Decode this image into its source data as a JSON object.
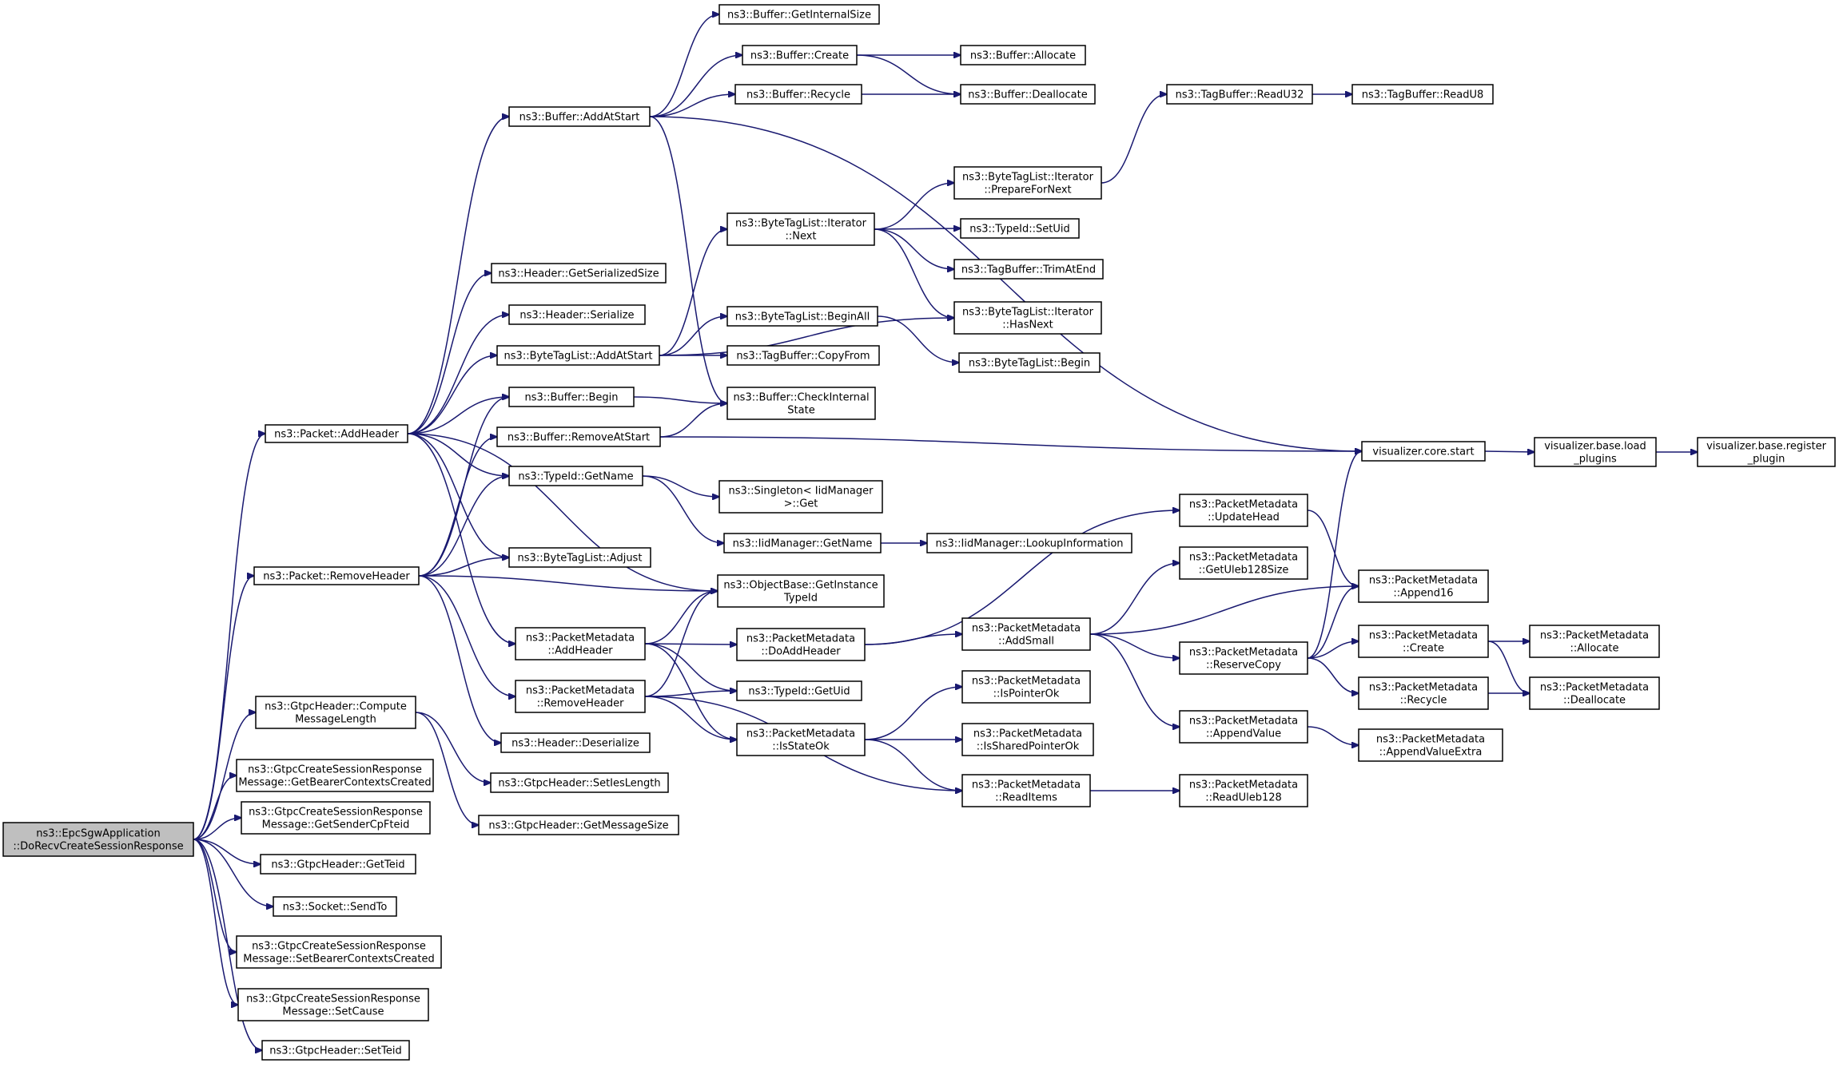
{
  "graph": {
    "title": "",
    "nodes": [
      {
        "id": "root",
        "lines": [
          "ns3::EpcSgwApplication",
          "::DoRecvCreateSessionResponse"
        ],
        "root": true
      },
      {
        "id": "addHeader",
        "lines": [
          "ns3::Packet::AddHeader"
        ]
      },
      {
        "id": "removeHeader",
        "lines": [
          "ns3::Packet::RemoveHeader"
        ]
      },
      {
        "id": "computeLen",
        "lines": [
          "ns3::GtpcHeader::Compute",
          "MessageLength"
        ]
      },
      {
        "id": "getBearer",
        "lines": [
          "ns3::GtpcCreateSessionResponse",
          "Message::GetBearerContextsCreated"
        ]
      },
      {
        "id": "getSender",
        "lines": [
          "ns3::GtpcCreateSessionResponse",
          "Message::GetSenderCpFteid"
        ]
      },
      {
        "id": "getTeid",
        "lines": [
          "ns3::GtpcHeader::GetTeid"
        ]
      },
      {
        "id": "sendTo",
        "lines": [
          "ns3::Socket::SendTo"
        ]
      },
      {
        "id": "setBearer",
        "lines": [
          "ns3::GtpcCreateSessionResponse",
          "Message::SetBearerContextsCreated"
        ]
      },
      {
        "id": "setCause",
        "lines": [
          "ns3::GtpcCreateSessionResponse",
          "Message::SetCause"
        ]
      },
      {
        "id": "setTeid",
        "lines": [
          "ns3::GtpcHeader::SetTeid"
        ]
      },
      {
        "id": "bufAddAtStart",
        "lines": [
          "ns3::Buffer::AddAtStart"
        ]
      },
      {
        "id": "hdrSerSize",
        "lines": [
          "ns3::Header::GetSerializedSize"
        ]
      },
      {
        "id": "hdrSerialize",
        "lines": [
          "ns3::Header::Serialize"
        ]
      },
      {
        "id": "btlAddAtStart",
        "lines": [
          "ns3::ByteTagList::AddAtStart"
        ]
      },
      {
        "id": "bufBegin",
        "lines": [
          "ns3::Buffer::Begin"
        ]
      },
      {
        "id": "bufRemoveAtStart",
        "lines": [
          "ns3::Buffer::RemoveAtStart"
        ]
      },
      {
        "id": "typeIdGetName",
        "lines": [
          "ns3::TypeId::GetName"
        ]
      },
      {
        "id": "btlAdjust",
        "lines": [
          "ns3::ByteTagList::Adjust"
        ]
      },
      {
        "id": "pmAddHeader",
        "lines": [
          "ns3::PacketMetadata",
          "::AddHeader"
        ]
      },
      {
        "id": "pmRemoveHeader",
        "lines": [
          "ns3::PacketMetadata",
          "::RemoveHeader"
        ]
      },
      {
        "id": "hdrDeserialize",
        "lines": [
          "ns3::Header::Deserialize"
        ]
      },
      {
        "id": "setIesLength",
        "lines": [
          "ns3::GtpcHeader::SetIesLength"
        ]
      },
      {
        "id": "getMsgSize",
        "lines": [
          "ns3::GtpcHeader::GetMessageSize"
        ]
      },
      {
        "id": "bufGetInternalSize",
        "lines": [
          "ns3::Buffer::GetInternalSize"
        ]
      },
      {
        "id": "bufCreate",
        "lines": [
          "ns3::Buffer::Create"
        ]
      },
      {
        "id": "bufRecycle",
        "lines": [
          "ns3::Buffer::Recycle"
        ]
      },
      {
        "id": "btlIterNext",
        "lines": [
          "ns3::ByteTagList::Iterator",
          "::Next"
        ]
      },
      {
        "id": "btlBeginAll",
        "lines": [
          "ns3::ByteTagList::BeginAll"
        ]
      },
      {
        "id": "tbCopyFrom",
        "lines": [
          "ns3::TagBuffer::CopyFrom"
        ]
      },
      {
        "id": "bufCheckState",
        "lines": [
          "ns3::Buffer::CheckInternal",
          "State"
        ]
      },
      {
        "id": "singletonGet",
        "lines": [
          "ns3::Singleton< IidManager",
          ">::Get"
        ]
      },
      {
        "id": "iidGetName",
        "lines": [
          "ns3::IidManager::GetName"
        ]
      },
      {
        "id": "objGetInstTypeId",
        "lines": [
          "ns3::ObjectBase::GetInstance",
          "TypeId"
        ]
      },
      {
        "id": "pmDoAddHeader",
        "lines": [
          "ns3::PacketMetadata",
          "::DoAddHeader"
        ]
      },
      {
        "id": "typeIdGetUid",
        "lines": [
          "ns3::TypeId::GetUid"
        ]
      },
      {
        "id": "pmIsStateOk",
        "lines": [
          "ns3::PacketMetadata",
          "::IsStateOk"
        ]
      },
      {
        "id": "bufAllocate",
        "lines": [
          "ns3::Buffer::Allocate"
        ]
      },
      {
        "id": "bufDeallocate",
        "lines": [
          "ns3::Buffer::Deallocate"
        ]
      },
      {
        "id": "btlIterPrepare",
        "lines": [
          "ns3::ByteTagList::Iterator",
          "::PrepareForNext"
        ]
      },
      {
        "id": "typeIdSetUid",
        "lines": [
          "ns3::TypeId::SetUid"
        ]
      },
      {
        "id": "tbTrimAtEnd",
        "lines": [
          "ns3::TagBuffer::TrimAtEnd"
        ]
      },
      {
        "id": "btlIterHasNext",
        "lines": [
          "ns3::ByteTagList::Iterator",
          "::HasNext"
        ]
      },
      {
        "id": "btlBegin",
        "lines": [
          "ns3::ByteTagList::Begin"
        ]
      },
      {
        "id": "iidLookup",
        "lines": [
          "ns3::IidManager::LookupInformation"
        ]
      },
      {
        "id": "pmAddSmall",
        "lines": [
          "ns3::PacketMetadata",
          "::AddSmall"
        ]
      },
      {
        "id": "pmIsPointerOk",
        "lines": [
          "ns3::PacketMetadata",
          "::IsPointerOk"
        ]
      },
      {
        "id": "pmIsSharedPointerOk",
        "lines": [
          "ns3::PacketMetadata",
          "::IsSharedPointerOk"
        ]
      },
      {
        "id": "pmReadItems",
        "lines": [
          "ns3::PacketMetadata",
          "::ReadItems"
        ]
      },
      {
        "id": "tbReadU32",
        "lines": [
          "ns3::TagBuffer::ReadU32"
        ]
      },
      {
        "id": "tbReadU8",
        "lines": [
          "ns3::TagBuffer::ReadU8"
        ]
      },
      {
        "id": "pmUpdateHead",
        "lines": [
          "ns3::PacketMetadata",
          "::UpdateHead"
        ]
      },
      {
        "id": "pmGetUleb",
        "lines": [
          "ns3::PacketMetadata",
          "::GetUleb128Size"
        ]
      },
      {
        "id": "pmReserveCopy",
        "lines": [
          "ns3::PacketMetadata",
          "::ReserveCopy"
        ]
      },
      {
        "id": "pmAppendValue",
        "lines": [
          "ns3::PacketMetadata",
          "::AppendValue"
        ]
      },
      {
        "id": "pmReadUleb",
        "lines": [
          "ns3::PacketMetadata",
          "::ReadUleb128"
        ]
      },
      {
        "id": "vizStart",
        "lines": [
          "visualizer.core.start"
        ]
      },
      {
        "id": "pmAppend16",
        "lines": [
          "ns3::PacketMetadata",
          "::Append16"
        ]
      },
      {
        "id": "pmCreate",
        "lines": [
          "ns3::PacketMetadata",
          "::Create"
        ]
      },
      {
        "id": "pmRecycle",
        "lines": [
          "ns3::PacketMetadata",
          "::Recycle"
        ]
      },
      {
        "id": "pmAppendValueExtra",
        "lines": [
          "ns3::PacketMetadata",
          "::AppendValueExtra"
        ]
      },
      {
        "id": "vizLoadPlugins",
        "lines": [
          "visualizer.base.load",
          "_plugins"
        ]
      },
      {
        "id": "vizRegisterPlugin",
        "lines": [
          "visualizer.base.register",
          "_plugin"
        ]
      },
      {
        "id": "pmAllocate",
        "lines": [
          "ns3::PacketMetadata",
          "::Allocate"
        ]
      },
      {
        "id": "pmDeallocate",
        "lines": [
          "ns3::PacketMetadata",
          "::Deallocate"
        ]
      }
    ],
    "edges": [
      [
        "root",
        "addHeader"
      ],
      [
        "root",
        "removeHeader"
      ],
      [
        "root",
        "computeLen"
      ],
      [
        "root",
        "getBearer"
      ],
      [
        "root",
        "getSender"
      ],
      [
        "root",
        "getTeid"
      ],
      [
        "root",
        "sendTo"
      ],
      [
        "root",
        "setBearer"
      ],
      [
        "root",
        "setCause"
      ],
      [
        "root",
        "setTeid"
      ],
      [
        "addHeader",
        "bufAddAtStart"
      ],
      [
        "addHeader",
        "hdrSerSize"
      ],
      [
        "addHeader",
        "hdrSerialize"
      ],
      [
        "addHeader",
        "btlAddAtStart"
      ],
      [
        "addHeader",
        "bufBegin"
      ],
      [
        "addHeader",
        "typeIdGetName"
      ],
      [
        "addHeader",
        "btlAdjust"
      ],
      [
        "addHeader",
        "objGetInstTypeId"
      ],
      [
        "addHeader",
        "pmAddHeader"
      ],
      [
        "removeHeader",
        "bufBegin"
      ],
      [
        "removeHeader",
        "bufRemoveAtStart"
      ],
      [
        "removeHeader",
        "typeIdGetName"
      ],
      [
        "removeHeader",
        "btlAdjust"
      ],
      [
        "removeHeader",
        "objGetInstTypeId"
      ],
      [
        "removeHeader",
        "pmRemoveHeader"
      ],
      [
        "removeHeader",
        "hdrDeserialize"
      ],
      [
        "computeLen",
        "setIesLength"
      ],
      [
        "computeLen",
        "getMsgSize"
      ],
      [
        "bufAddAtStart",
        "bufGetInternalSize"
      ],
      [
        "bufAddAtStart",
        "bufCreate"
      ],
      [
        "bufAddAtStart",
        "bufRecycle"
      ],
      [
        "bufAddAtStart",
        "bufCheckState"
      ],
      [
        "bufAddAtStart",
        "vizStart"
      ],
      [
        "btlAddAtStart",
        "btlIterNext"
      ],
      [
        "btlAddAtStart",
        "btlBeginAll"
      ],
      [
        "btlAddAtStart",
        "tbCopyFrom"
      ],
      [
        "btlAddAtStart",
        "btlIterHasNext"
      ],
      [
        "bufBegin",
        "bufCheckState"
      ],
      [
        "bufRemoveAtStart",
        "bufCheckState"
      ],
      [
        "bufRemoveAtStart",
        "vizStart"
      ],
      [
        "typeIdGetName",
        "singletonGet"
      ],
      [
        "typeIdGetName",
        "iidGetName"
      ],
      [
        "pmAddHeader",
        "objGetInstTypeId"
      ],
      [
        "pmAddHeader",
        "pmDoAddHeader"
      ],
      [
        "pmAddHeader",
        "typeIdGetUid"
      ],
      [
        "pmAddHeader",
        "pmIsStateOk"
      ],
      [
        "pmRemoveHeader",
        "objGetInstTypeId"
      ],
      [
        "pmRemoveHeader",
        "typeIdGetUid"
      ],
      [
        "pmRemoveHeader",
        "pmIsStateOk"
      ],
      [
        "pmRemoveHeader",
        "pmReadItems"
      ],
      [
        "bufCreate",
        "bufAllocate"
      ],
      [
        "bufCreate",
        "bufDeallocate"
      ],
      [
        "bufRecycle",
        "bufDeallocate"
      ],
      [
        "btlIterNext",
        "btlIterPrepare"
      ],
      [
        "btlIterNext",
        "typeIdSetUid"
      ],
      [
        "btlIterNext",
        "tbTrimAtEnd"
      ],
      [
        "btlIterNext",
        "btlIterHasNext"
      ],
      [
        "btlBeginAll",
        "btlBegin"
      ],
      [
        "btlIterPrepare",
        "tbReadU32"
      ],
      [
        "tbReadU32",
        "tbReadU8"
      ],
      [
        "iidGetName",
        "iidLookup"
      ],
      [
        "pmDoAddHeader",
        "pmUpdateHead"
      ],
      [
        "pmDoAddHeader",
        "pmAddSmall"
      ],
      [
        "pmIsStateOk",
        "pmIsPointerOk"
      ],
      [
        "pmIsStateOk",
        "pmIsSharedPointerOk"
      ],
      [
        "pmIsStateOk",
        "pmReadItems"
      ],
      [
        "pmAddSmall",
        "pmGetUleb"
      ],
      [
        "pmAddSmall",
        "pmAppend16"
      ],
      [
        "pmAddSmall",
        "pmReserveCopy"
      ],
      [
        "pmAddSmall",
        "pmAppendValue"
      ],
      [
        "pmReadItems",
        "pmReadUleb"
      ],
      [
        "pmUpdateHead",
        "pmAppend16"
      ],
      [
        "pmReserveCopy",
        "vizStart"
      ],
      [
        "pmReserveCopy",
        "pmAppend16"
      ],
      [
        "pmReserveCopy",
        "pmCreate"
      ],
      [
        "pmReserveCopy",
        "pmRecycle"
      ],
      [
        "pmAppendValue",
        "pmAppendValueExtra"
      ],
      [
        "vizStart",
        "vizLoadPlugins"
      ],
      [
        "vizLoadPlugins",
        "vizRegisterPlugin"
      ],
      [
        "pmCreate",
        "pmAllocate"
      ],
      [
        "pmCreate",
        "pmDeallocate"
      ],
      [
        "pmRecycle",
        "pmDeallocate"
      ]
    ]
  },
  "colors": {
    "edge": "#191970",
    "root_fill": "#bfbfbf",
    "node_fill": "#ffffff",
    "border": "#000000"
  }
}
